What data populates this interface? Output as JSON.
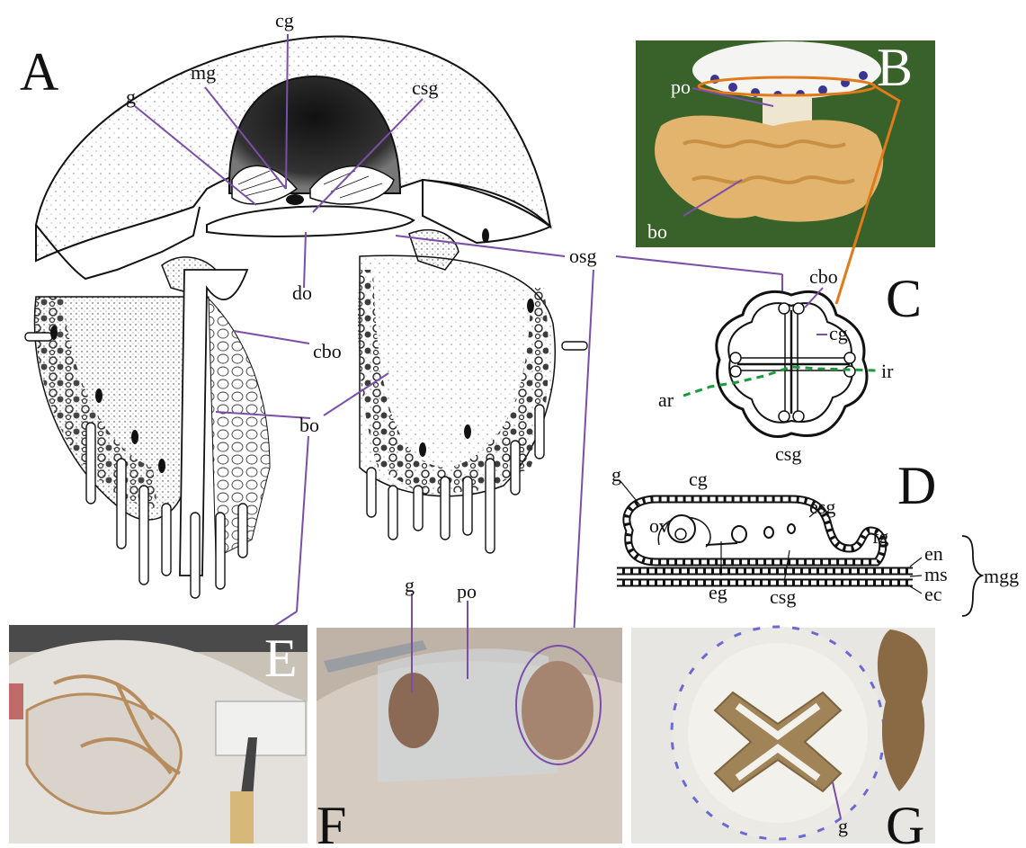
{
  "panels": {
    "A": "A",
    "B": "B",
    "C": "C",
    "D": "D",
    "E": "E",
    "F": "F",
    "G": "G"
  },
  "labels": {
    "a_cg": "cg",
    "a_mg": "mg",
    "a_g": "g",
    "a_csg": "csg",
    "a_do": "do",
    "a_cbo": "cbo",
    "a_bo": "bo",
    "osg": "osg",
    "b_po": "po",
    "b_bo": "bo",
    "c_cbo": "cbo",
    "c_cg": "cg",
    "c_ir": "ir",
    "c_ar": "ar",
    "c_csg": "csg",
    "d_g": "g",
    "d_cg": "cg",
    "d_esg": "esg",
    "d_ov": "ov",
    "d_fg": "fg",
    "d_en": "en",
    "d_ms": "ms",
    "d_ec": "ec",
    "d_eg": "eg",
    "d_csg": "csg",
    "d_mgg": "mgg",
    "f_g": "g",
    "f_po": "po",
    "g_g": "g"
  },
  "colors": {
    "leader": "#7b4ea8",
    "orange": "#e07a1a",
    "green_dash": "#1a9a3a",
    "photo_bg_B": "#3f6a2e",
    "photo_bg_E": "#c9c2b6",
    "photo_bg_F": "#bfb2a6",
    "photo_bg_G": "#e8e6e3"
  }
}
